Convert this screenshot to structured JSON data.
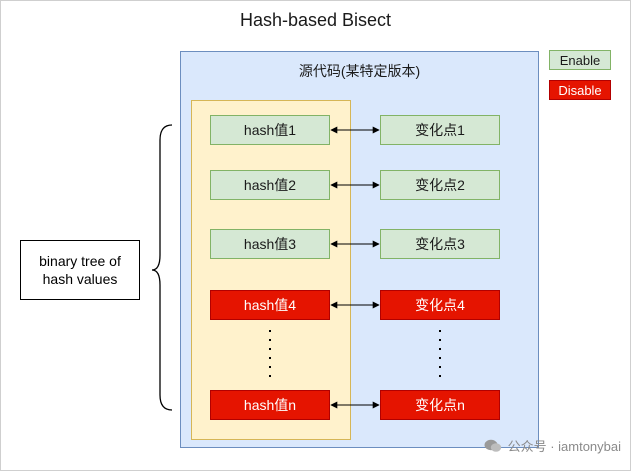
{
  "title": "Hash-based Bisect",
  "source_code_label": "源代码(某特定版本)",
  "legend": {
    "enable": "Enable",
    "disable": "Disable"
  },
  "binary_tree_label": [
    "binary tree of",
    "hash values"
  ],
  "hash_nodes": [
    {
      "label": "hash值1",
      "state": "enable"
    },
    {
      "label": "hash值2",
      "state": "enable"
    },
    {
      "label": "hash值3",
      "state": "enable"
    },
    {
      "label": "hash值4",
      "state": "disable"
    },
    {
      "label": "hash值n",
      "state": "disable"
    }
  ],
  "change_nodes": [
    {
      "label": "变化点1",
      "state": "enable"
    },
    {
      "label": "变化点2",
      "state": "enable"
    },
    {
      "label": "变化点3",
      "state": "enable"
    },
    {
      "label": "变化点4",
      "state": "disable"
    },
    {
      "label": "变化点n",
      "state": "disable"
    }
  ],
  "watermark": "公众号 · iamtonybai",
  "colors": {
    "enable_fill": "#d5e8d4",
    "disable_fill": "#e51400",
    "source_fill": "#dae8fc",
    "hash_panel_fill": "#fff2cc"
  }
}
